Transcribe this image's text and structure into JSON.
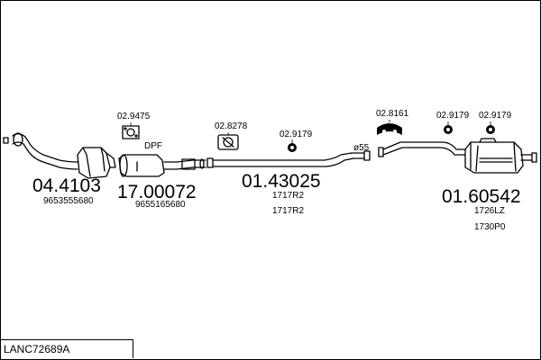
{
  "diagram": {
    "parts": [
      {
        "part_number": "04.4103",
        "oem_refs": [
          "9653555680"
        ]
      },
      {
        "part_number": "17.00072",
        "oem_refs": [
          "9655165680"
        ],
        "tag": "DPF"
      },
      {
        "part_number": "01.43025",
        "oem_refs": [
          "1717R2",
          "1717R2"
        ]
      },
      {
        "part_number": "01.60542",
        "oem_refs": [
          "1726LZ",
          "1730P0"
        ]
      }
    ],
    "fittings": [
      "02.9475",
      "02.8278",
      "02.9179",
      "02.8161",
      "02.9179",
      "02.9179"
    ],
    "diameter_label": "ø55",
    "set_code": "LANC72689A"
  }
}
